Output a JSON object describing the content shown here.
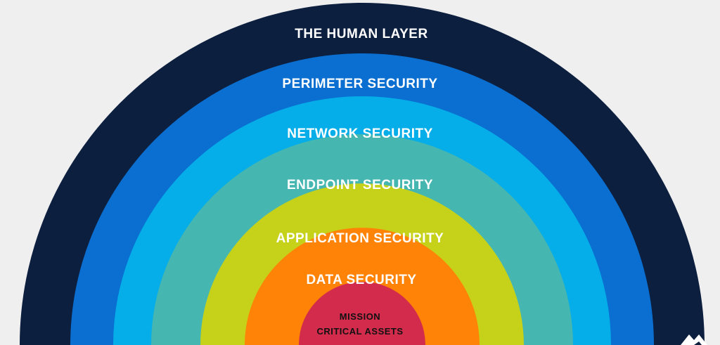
{
  "layers": [
    {
      "label": "THE HUMAN LAYER",
      "color": "#0d1f3f",
      "text_color": "#ffffff"
    },
    {
      "label": "PERIMETER SECURITY",
      "color": "#0a6fd0",
      "text_color": "#ffffff"
    },
    {
      "label": "NETWORK SECURITY",
      "color": "#05aee8",
      "text_color": "#ffffff"
    },
    {
      "label": "ENDPOINT SECURITY",
      "color": "#46b6b1",
      "text_color": "#ffffff"
    },
    {
      "label": "APPLICATION SECURITY",
      "color": "#c6d21a",
      "text_color": "#ffffff"
    },
    {
      "label": "DATA SECURITY",
      "color": "#ff8307",
      "text_color": "#ffffff"
    }
  ],
  "core": {
    "line1": "MISSION",
    "line2": "CRITICAL ASSETS",
    "color": "#d22b4c",
    "text_color": "#111111"
  },
  "background_color": "#efefef",
  "logo": {
    "icon": "brand-mark-icon",
    "color": "#ffffff"
  }
}
